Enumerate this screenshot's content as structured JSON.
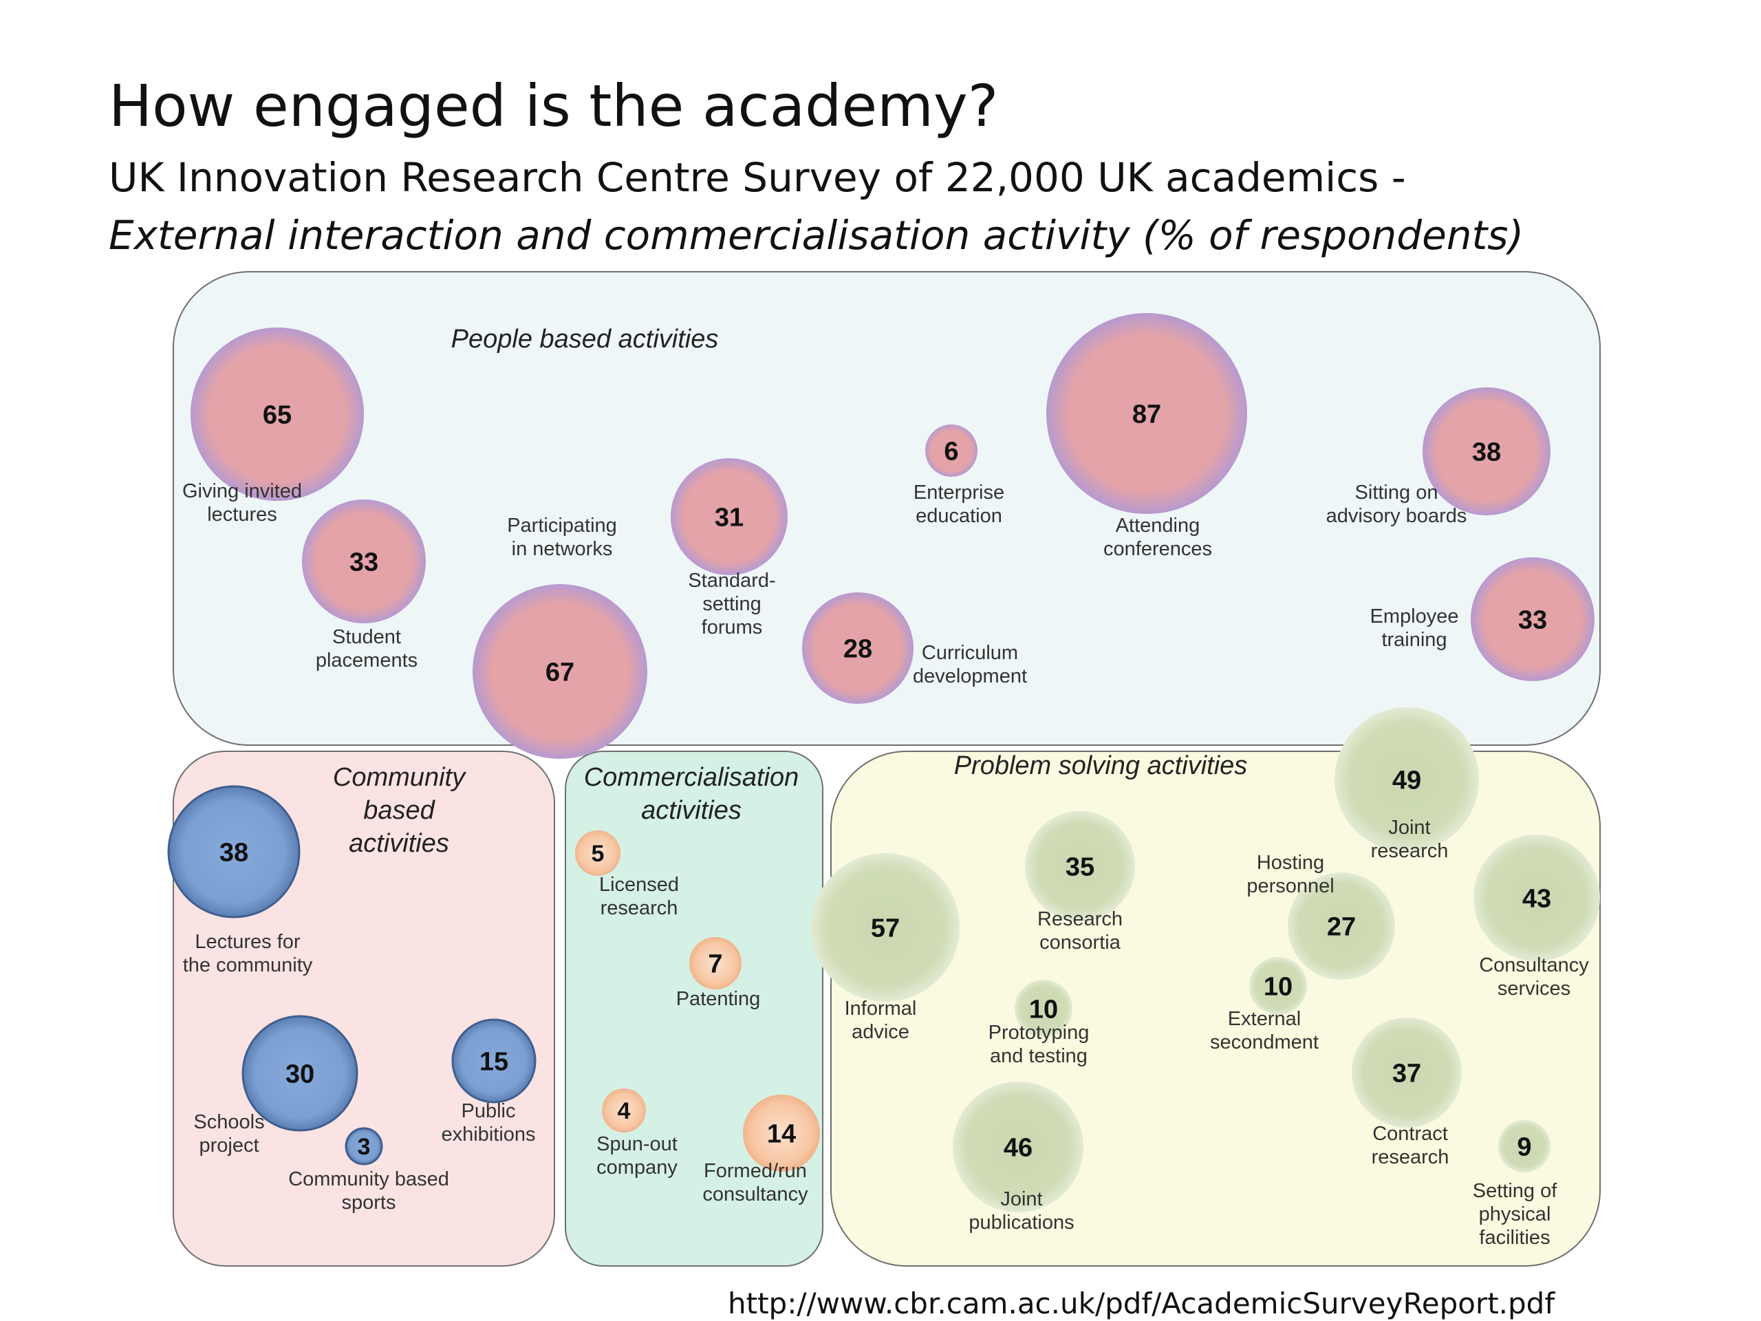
{
  "header": {
    "title": "How engaged is the academy?",
    "subtitle": "UK Innovation Research Centre Survey of 22,000 UK academics  -",
    "subtitle_italic": "External interaction and commercialisation activity (% of respondents)"
  },
  "source_url": "http://www.cbr.cam.ac.uk/pdf/AcademicSurveyReport.pdf",
  "colors": {
    "people_panel": "#eef6f7",
    "community_panel": "#fbe3e3",
    "commercialisation_panel": "#d5f0e4",
    "problem_panel": "#fafae0",
    "people_bubble": "#e3a3a8",
    "community_bubble": "#7b9fd0",
    "commercialisation_bubble": "#f7c6a3",
    "problem_bubble": "#cfdcb6"
  },
  "panels": [
    {
      "id": "people",
      "title": [
        "People based activities"
      ]
    },
    {
      "id": "community",
      "title": [
        "Community",
        "based",
        "activities"
      ]
    },
    {
      "id": "commercialisation",
      "title": [
        "Commercialisation",
        "activities"
      ]
    },
    {
      "id": "problem",
      "title": [
        "Problem solving activities"
      ]
    }
  ],
  "bubbles": [
    {
      "group": "people",
      "value": 65,
      "label": [
        "Giving invited",
        "lectures"
      ]
    },
    {
      "group": "people",
      "value": 33,
      "label": [
        "Student",
        "placements"
      ]
    },
    {
      "group": "people",
      "value": 67,
      "label": [
        "Participating",
        "in networks"
      ]
    },
    {
      "group": "people",
      "value": 31,
      "label": [
        "Standard-",
        "setting",
        "forums"
      ]
    },
    {
      "group": "people",
      "value": 28,
      "label": [
        "Curriculum",
        "development"
      ]
    },
    {
      "group": "people",
      "value": 6,
      "label": [
        "Enterprise",
        "education"
      ]
    },
    {
      "group": "people",
      "value": 87,
      "label": [
        "Attending",
        "conferences"
      ]
    },
    {
      "group": "people",
      "value": 38,
      "label": [
        "Sitting on",
        "advisory boards"
      ]
    },
    {
      "group": "people",
      "value": 33,
      "label": [
        "Employee",
        "training"
      ]
    },
    {
      "group": "community",
      "value": 38,
      "label": [
        "Lectures for",
        "the community"
      ]
    },
    {
      "group": "community",
      "value": 30,
      "label": [
        "Schools",
        "project"
      ]
    },
    {
      "group": "community",
      "value": 3,
      "label": [
        "Community based",
        "sports"
      ]
    },
    {
      "group": "community",
      "value": 15,
      "label": [
        "Public",
        "exhibitions"
      ]
    },
    {
      "group": "commercialisation",
      "value": 5,
      "label": [
        "Licensed",
        "research"
      ]
    },
    {
      "group": "commercialisation",
      "value": 7,
      "label": [
        "Patenting"
      ]
    },
    {
      "group": "commercialisation",
      "value": 4,
      "label": [
        "Spun-out",
        "company"
      ]
    },
    {
      "group": "commercialisation",
      "value": 14,
      "label": [
        "Formed/run",
        "consultancy"
      ]
    },
    {
      "group": "problem",
      "value": 57,
      "label": [
        "Informal",
        "advice"
      ]
    },
    {
      "group": "problem",
      "value": 35,
      "label": [
        "Research",
        "consortia"
      ]
    },
    {
      "group": "problem",
      "value": 10,
      "label": [
        "Prototyping",
        "and testing"
      ]
    },
    {
      "group": "problem",
      "value": 46,
      "label": [
        "Joint",
        "publications"
      ]
    },
    {
      "group": "problem",
      "value": 27,
      "label": [
        "Hosting",
        "personnel"
      ]
    },
    {
      "group": "problem",
      "value": 10,
      "label": [
        "External",
        "secondment"
      ]
    },
    {
      "group": "problem",
      "value": 49,
      "label": [
        "Joint",
        "research"
      ]
    },
    {
      "group": "problem",
      "value": 37,
      "label": [
        "Contract",
        "research"
      ]
    },
    {
      "group": "problem",
      "value": 43,
      "label": [
        "Consultancy",
        "services"
      ]
    },
    {
      "group": "problem",
      "value": 9,
      "label": [
        "Setting of",
        "physical",
        "facilities"
      ]
    }
  ]
}
